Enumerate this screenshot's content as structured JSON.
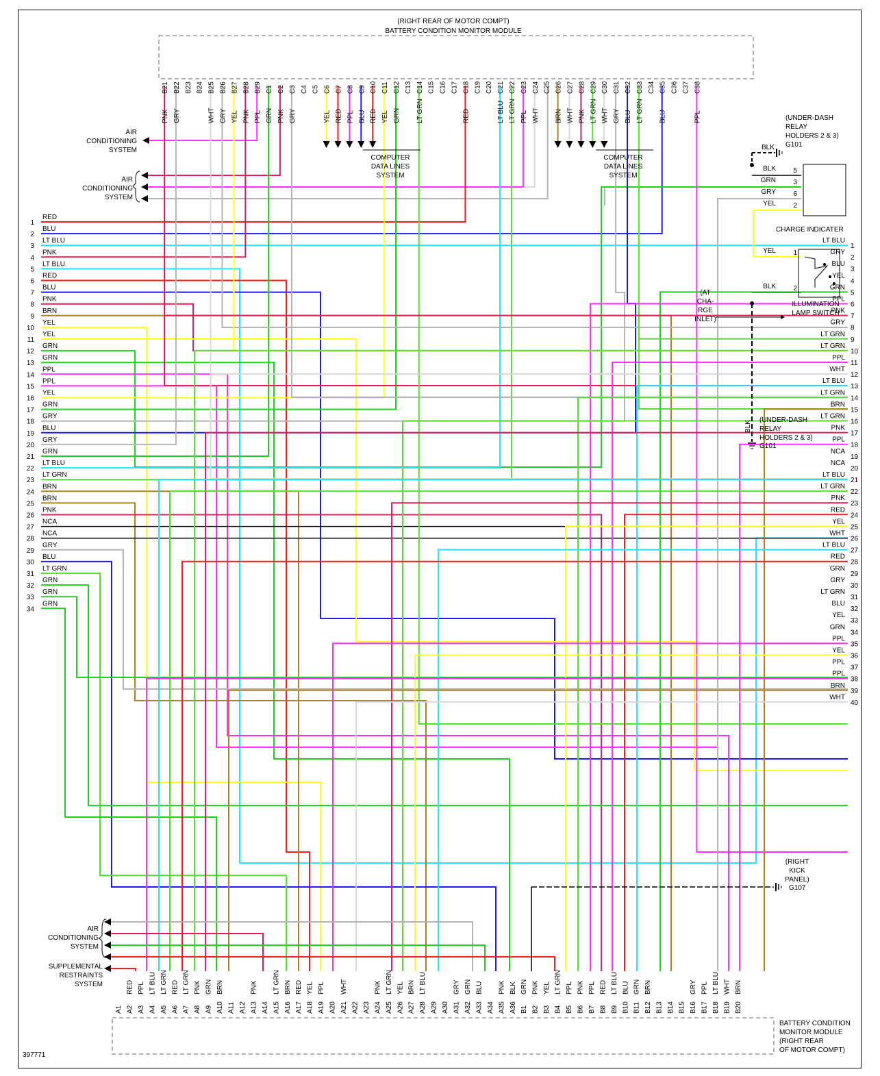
{
  "header": {
    "line1": "(RIGHT REAR OF MOTOR COMPT)",
    "line2": "BATTERY CONDITION MONITOR MODULE"
  },
  "footer": {
    "doc_id": "397771",
    "module_lines": [
      "BATTERY CONDITION",
      "MONITOR MODULE",
      "(RIGHT REAR",
      "OF MOTOR COMPT)"
    ]
  },
  "colors": {
    "RED": "#ff1a1a",
    "BLU": "#1a1aff",
    "LT BLU": "#22e5ff",
    "PNK": "#e81c56",
    "GRN": "#1fd01f",
    "LT GRN": "#55e033",
    "YEL": "#ffff22",
    "PPL": "#ff2dff",
    "GRY": "#b4b4b4",
    "BRN": "#b08020",
    "WHT": "#d8d8d8",
    "BLK": "#000000",
    "NCA": "#000000"
  },
  "top_pins": [
    "B21",
    "B22",
    "B23",
    "B24",
    "B25",
    "B26",
    "B27",
    "B28",
    "B29",
    "C1",
    "C2",
    "C3",
    "C4",
    "C5",
    "C6",
    "C7",
    "C8",
    "C9",
    "C10",
    "C11",
    "C12",
    "C13",
    "C14",
    "C15",
    "C16",
    "C17",
    "C18",
    "C19",
    "C20",
    "C21",
    "C22",
    "C23",
    "C24",
    "C25",
    "C26",
    "C27",
    "C28",
    "C29",
    "C30",
    "C31",
    "C32",
    "C33",
    "C34",
    "C35",
    "C36",
    "C37",
    "C38"
  ],
  "top_wires": {
    "B21": "PNK",
    "B22": "GRY",
    "B25": "WHT",
    "B26": "GRY",
    "B27": "YEL",
    "B28": "PNK",
    "B29": "PPL",
    "C1": "GRN",
    "C2": "PNK",
    "C3": "GRY",
    "C6": "YEL",
    "C7": "RED",
    "C8": "PPL",
    "C9": "BLU",
    "C10": "RED",
    "C11": "YEL",
    "C12": "GRN",
    "C14": "LT GRN",
    "C18": "RED",
    "C21": "LT BLU",
    "C22": "LT GRN",
    "C23": "PPL",
    "C24": "WHT",
    "C26": "BRN",
    "C27": "WHT",
    "C28": "PNK",
    "C29": "LT GRN",
    "C30": "WHT",
    "C31": "GRY",
    "C32": "BLU",
    "C33": "LT GRN",
    "C35": "BLU",
    "C38": "PPL"
  },
  "bottom_pins": [
    "A1",
    "A2",
    "A3",
    "A4",
    "A5",
    "A6",
    "A7",
    "A8",
    "A9",
    "A10",
    "A11",
    "A12",
    "A13",
    "A14",
    "A15",
    "A16",
    "A17",
    "A18",
    "A19",
    "A20",
    "A21",
    "A22",
    "A23",
    "A24",
    "A25",
    "A26",
    "A27",
    "A28",
    "A29",
    "A30",
    "A31",
    "A32",
    "A33",
    "A34",
    "A35",
    "A36",
    "B1",
    "B2",
    "B3",
    "B4",
    "B5",
    "B6",
    "B7",
    "B8",
    "B9",
    "B10",
    "B11",
    "B12",
    "B13",
    "B14",
    "B15",
    "B16",
    "B17",
    "B18",
    "B19",
    "B20"
  ],
  "bottom_wires": {
    "A2": "RED",
    "A3": "PPL",
    "A4": "LT BLU",
    "A5": "LT GRN",
    "A6": "RED",
    "A7": "LT GRN",
    "A8": "PNK",
    "A9": "GRN",
    "A10": "BRN",
    "A13": "PNK",
    "A15": "LT GRN",
    "A16": "BRN",
    "A17": "RED",
    "A18": "YEL",
    "A19": "PPL",
    "A21": "WHT",
    "A24": "PNK",
    "A25": "LT GRN",
    "A26": "YEL",
    "A27": "BRN",
    "A28": "LT BLU",
    "A31": "GRY",
    "A32": "GRN",
    "A33": "BLU",
    "A35": "PNK",
    "A36": "BLK",
    "B1": "GRN",
    "B2": "PNK",
    "B3": "YEL",
    "B4": "LT GRN",
    "B5": "PPL",
    "B6": "PNK",
    "B7": "PPL",
    "B8": "RED",
    "B9": "LT BLU",
    "B10": "BLU",
    "B11": "GRN",
    "B12": "BRN",
    "B16": "GRY",
    "B17": "PPL",
    "B18": "LT BLU",
    "B19": "WHT",
    "B20": "BRN"
  },
  "left_wires": [
    {
      "num": "1",
      "color": "RED"
    },
    {
      "num": "2",
      "color": "BLU"
    },
    {
      "num": "3",
      "color": "LT BLU"
    },
    {
      "num": "4",
      "color": "PNK"
    },
    {
      "num": "5",
      "color": "LT BLU"
    },
    {
      "num": "6",
      "color": "RED"
    },
    {
      "num": "7",
      "color": "BLU"
    },
    {
      "num": "8",
      "color": "PNK"
    },
    {
      "num": "9",
      "color": "BRN"
    },
    {
      "num": "10",
      "color": "YEL"
    },
    {
      "num": "11",
      "color": "YEL"
    },
    {
      "num": "12",
      "color": "GRN"
    },
    {
      "num": "13",
      "color": "GRN"
    },
    {
      "num": "14",
      "color": "PPL"
    },
    {
      "num": "15",
      "color": "PPL"
    },
    {
      "num": "16",
      "color": "YEL"
    },
    {
      "num": "17",
      "color": "GRN"
    },
    {
      "num": "18",
      "color": "GRY"
    },
    {
      "num": "19",
      "color": "BLU"
    },
    {
      "num": "20",
      "color": "GRY"
    },
    {
      "num": "21",
      "color": "GRN"
    },
    {
      "num": "22",
      "color": "LT BLU"
    },
    {
      "num": "23",
      "color": "LT GRN"
    },
    {
      "num": "24",
      "color": "BRN"
    },
    {
      "num": "25",
      "color": "BRN"
    },
    {
      "num": "26",
      "color": "PNK"
    },
    {
      "num": "27",
      "color": "NCA"
    },
    {
      "num": "28",
      "color": "NCA"
    },
    {
      "num": "29",
      "color": "GRY"
    },
    {
      "num": "30",
      "color": "BLU"
    },
    {
      "num": "31",
      "color": "LT GRN"
    },
    {
      "num": "32",
      "color": "GRN"
    },
    {
      "num": "33",
      "color": "GRN"
    },
    {
      "num": "34",
      "color": "GRN"
    }
  ],
  "right_wires": [
    {
      "num": "1",
      "color": "LT BLU"
    },
    {
      "num": "2",
      "color": "GRY"
    },
    {
      "num": "3",
      "color": "BLU"
    },
    {
      "num": "4",
      "color": "YEL"
    },
    {
      "num": "5",
      "color": "GRN"
    },
    {
      "num": "6",
      "color": "PPL"
    },
    {
      "num": "7",
      "color": "PNK"
    },
    {
      "num": "8",
      "color": "GRY"
    },
    {
      "num": "9",
      "color": "LT GRN"
    },
    {
      "num": "10",
      "color": "LT GRN"
    },
    {
      "num": "11",
      "color": "PPL"
    },
    {
      "num": "12",
      "color": "WHT"
    },
    {
      "num": "13",
      "color": "LT BLU"
    },
    {
      "num": "14",
      "color": "LT GRN"
    },
    {
      "num": "15",
      "color": "BRN"
    },
    {
      "num": "16",
      "color": "LT GRN"
    },
    {
      "num": "17",
      "color": "PNK"
    },
    {
      "num": "18",
      "color": "PPL"
    },
    {
      "num": "19",
      "color": "NCA"
    },
    {
      "num": "20",
      "color": "NCA"
    },
    {
      "num": "21",
      "color": "LT BLU"
    },
    {
      "num": "22",
      "color": "LT GRN"
    },
    {
      "num": "23",
      "color": "PNK"
    },
    {
      "num": "24",
      "color": "RED"
    },
    {
      "num": "25",
      "color": "YEL"
    },
    {
      "num": "26",
      "color": "WHT"
    },
    {
      "num": "27",
      "color": "LT BLU"
    },
    {
      "num": "28",
      "color": "RED"
    },
    {
      "num": "29",
      "color": "GRN"
    },
    {
      "num": "30",
      "color": "GRY"
    },
    {
      "num": "31",
      "color": "LT GRN"
    },
    {
      "num": "32",
      "color": "BLU"
    },
    {
      "num": "33",
      "color": "YEL"
    },
    {
      "num": "34",
      "color": "GRN"
    },
    {
      "num": "35",
      "color": "PPL"
    },
    {
      "num": "36",
      "color": "YEL"
    },
    {
      "num": "37",
      "color": "PPL"
    },
    {
      "num": "38",
      "color": "PPL"
    },
    {
      "num": "39",
      "color": "BRN"
    },
    {
      "num": "40",
      "color": "WHT"
    }
  ],
  "labels": {
    "ac1": [
      "AIR",
      "CONDITIONING",
      "SYSTEM"
    ],
    "ac2": [
      "AIR",
      "CONDITIONING",
      "SYSTEM"
    ],
    "ac3": [
      "AIR",
      "CONDITIONING",
      "SYSTEM"
    ],
    "srs": [
      "SUPPLEMENTAL",
      "RESTRAINTS",
      "SYSTEM"
    ],
    "cdl1": [
      "COMPUTER",
      "DATA LINES",
      "SYSTEM"
    ],
    "cdl2": [
      "COMPUTER",
      "DATA LINES",
      "SYSTEM"
    ],
    "relay1": [
      "(UNDER-DASH",
      "RELAY",
      "HOLDERS 2 & 3)",
      "G101"
    ],
    "relay2": [
      "(UNDER-DASH",
      "RELAY",
      "HOLDERS 2 & 3)",
      "G101"
    ],
    "charge_indicator": "CHARGE INDICATER",
    "illum": [
      "ILLUMINATION",
      "LAMP SWITCH"
    ],
    "at_charge": [
      "(AT",
      "CHA-",
      "RGE",
      "INLET)"
    ],
    "kick": [
      "(RIGHT",
      "KICK",
      "PANEL)",
      "G107"
    ]
  },
  "charge_indicator_pins": [
    {
      "num": "5",
      "color": "BLK"
    },
    {
      "num": "3",
      "color": "GRN"
    },
    {
      "num": "6",
      "color": "GRY"
    },
    {
      "num": "2",
      "color": "YEL"
    }
  ],
  "illum_pins": [
    {
      "num": "1",
      "color": "YEL"
    },
    {
      "num": "2",
      "color": "BLK"
    }
  ],
  "ground_wire_labels": {
    "g101_top": "BLK",
    "g101_bottom": "BLK",
    "kick": "BLK"
  }
}
